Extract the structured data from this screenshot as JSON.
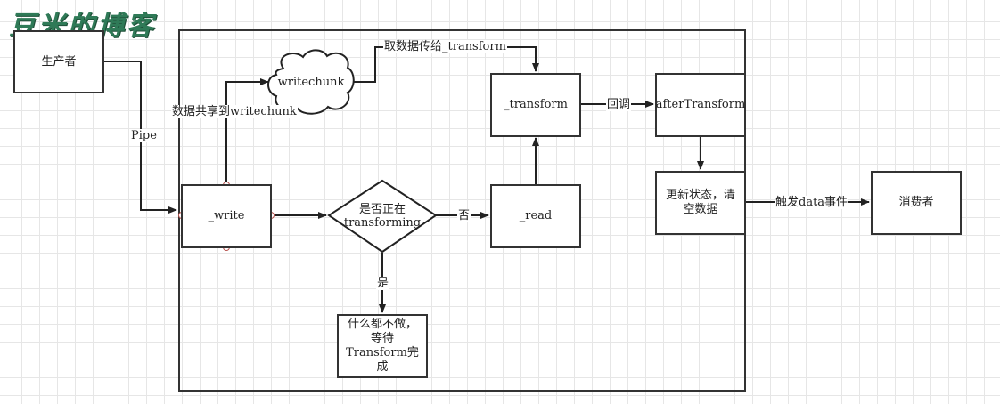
{
  "watermark": "豆米的博客",
  "nodes": {
    "producer": "生产者",
    "write": "_write",
    "writechunk": "writechunk",
    "decision": "是否正在\ntransforming",
    "read": "_read",
    "transform": "_transform",
    "after_transform": "afterTransform",
    "update_state": "更新状态，清空数据",
    "consumer": "消费者",
    "wait": "什么都不做，等待Transform完成"
  },
  "edges": {
    "pipe": "Pipe",
    "share_to_writechunk": "数据共享到writechunk",
    "pass_to_transform": "取数据传给_transform",
    "no": "否",
    "yes": "是",
    "callback": "回调",
    "emit_data": "触发data事件"
  }
}
